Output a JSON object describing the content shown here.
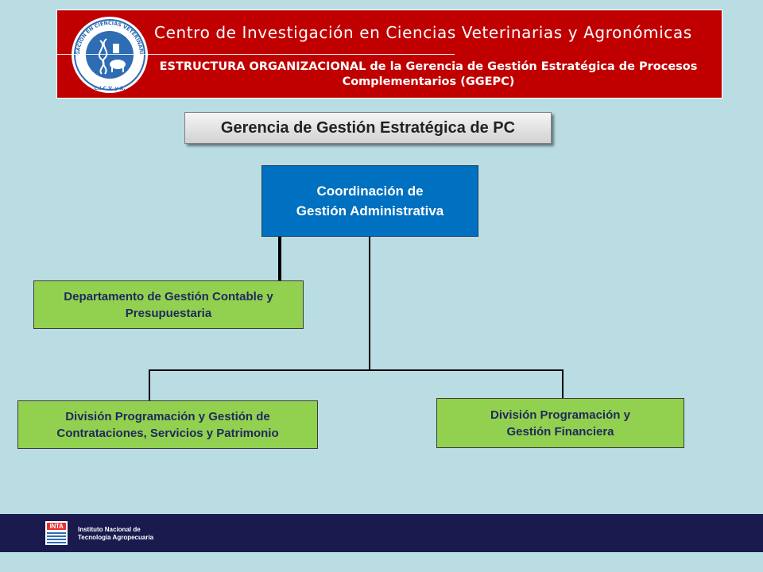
{
  "header": {
    "institute_title": "Centro de Investigación en Ciencias Veterinarias y Agronómicas",
    "subtitle": "ESTRUCTURA ORGANIZACIONAL de la Gerencia de Gestión Estratégica de Procesos Complementarios (GGEPC)",
    "seal_text": "CENTRO DE INVESTIGACIÓN EN CIENCIAS VETERINARIAS Y AGRONÓMICAS",
    "seal_acronym": "C.I.C.V. y A."
  },
  "org": {
    "top_unit": "Gerencia de Gestión Estratégica de PC",
    "coordination": "Coordinación de Gestión Administrativa",
    "department": "Departamento de Gestión Contable y Presupuestaria",
    "division_left": "División Programación y Gestión de Contrataciones, Servicios y Patrimonio",
    "division_right": "División Programación y Gestión Financiera"
  },
  "footer": {
    "logo_text": "INTA",
    "org_line1": "Instituto Nacional de",
    "org_line2": "Tecnología Agropecuaria"
  },
  "colors": {
    "background": "#b9dde3",
    "header_red": "#c00000",
    "coordination_blue": "#0070c0",
    "unit_green": "#92d050",
    "footer_navy": "#1a1a4e"
  }
}
